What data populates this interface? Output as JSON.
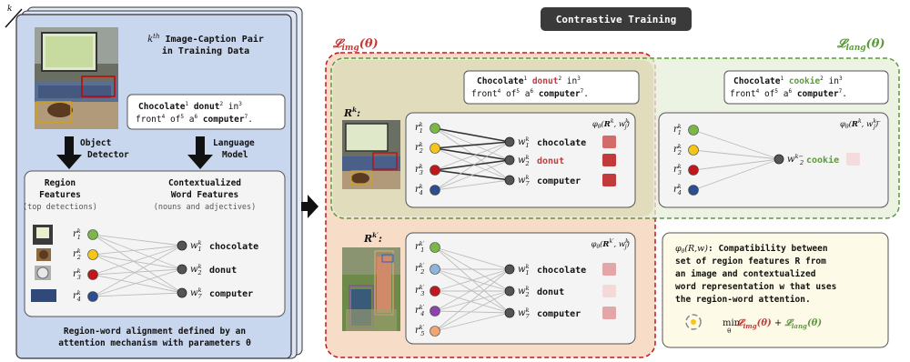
{
  "stack_label": "k",
  "left_panel": {
    "pair_title_1": "Image-Caption Pair",
    "pair_title_2": "in Training Data",
    "k_sup": "th",
    "caption_line1": [
      "Chocolate",
      "1",
      " donut",
      "2",
      " in",
      "3"
    ],
    "caption_line2": [
      "front",
      "4",
      " of",
      "5",
      " a",
      "6",
      " computer",
      "7",
      "."
    ],
    "object_detector": [
      "Object",
      "Detector"
    ],
    "language_model": [
      "Language",
      "Model"
    ],
    "region_features": [
      "Region",
      "Features"
    ],
    "region_sub": "(top detections)",
    "word_features": [
      "Contextualized",
      "Word Features"
    ],
    "word_sub": "(nouns and adjectives)",
    "words": [
      "chocolate",
      "donut",
      "computer"
    ],
    "bottom_text": [
      "Region-word alignment defined by an",
      "attention mechanism with parameters θ"
    ]
  },
  "contrastive_title": "Contrastive Training",
  "loss_img": "𝓛img(θ)",
  "loss_lang": "𝓛lang(θ)",
  "positive": {
    "caption_line1": [
      "Chocolate",
      "1",
      " donut",
      "2",
      " in",
      "3"
    ],
    "caption_line2": [
      "front",
      "4",
      " of",
      "5",
      " a",
      "6",
      " computer",
      "7",
      "."
    ],
    "label": "Rk:",
    "phi": "φθ(Rk, wjk)",
    "words": [
      "chocolate",
      "donut",
      "computer"
    ],
    "score_colors": [
      "#d46a6a",
      "#c23b3b",
      "#c23b3b"
    ]
  },
  "neg_image": {
    "label": "Rk′:",
    "phi": "φθ(Rk′, wjk)",
    "words": [
      "chocolate",
      "donut",
      "computer"
    ],
    "score_colors": [
      "#e2a5a8",
      "#f2d9da",
      "#e2a5a8"
    ]
  },
  "neg_lang": {
    "caption_line1": [
      "Chocolate",
      "1",
      " cookie",
      "2",
      " in",
      "3"
    ],
    "caption_line2": [
      "front",
      "4",
      " of",
      "5",
      " a",
      "6",
      " computer",
      "7",
      "."
    ],
    "phi": "φθ(Rk, wjk−)",
    "word": "cookie",
    "score_color": "#f2dcdc"
  },
  "definition": {
    "lines": [
      "φθ(R,w): Compatibility between",
      "set of region features R from",
      "an image and contextualized",
      "word representation w that uses",
      "the region-word attention."
    ],
    "objective": "min 𝓛img(θ) + 𝓛lang(θ)"
  },
  "colors": {
    "node_green": "#7ab648",
    "node_yellow": "#f5c518",
    "node_red": "#c0171d",
    "node_blue": "#2e4d8f",
    "node_purple": "#8e44ad",
    "node_orange": "#f0a672",
    "node_lightblue": "#8fb3d9",
    "accent_red": "#c23b3b",
    "accent_green": "#5a9a3a",
    "left_bg": "#c9d7ee",
    "img_bg": "#f7dcc8",
    "lang_bg": "#e7efd9"
  }
}
